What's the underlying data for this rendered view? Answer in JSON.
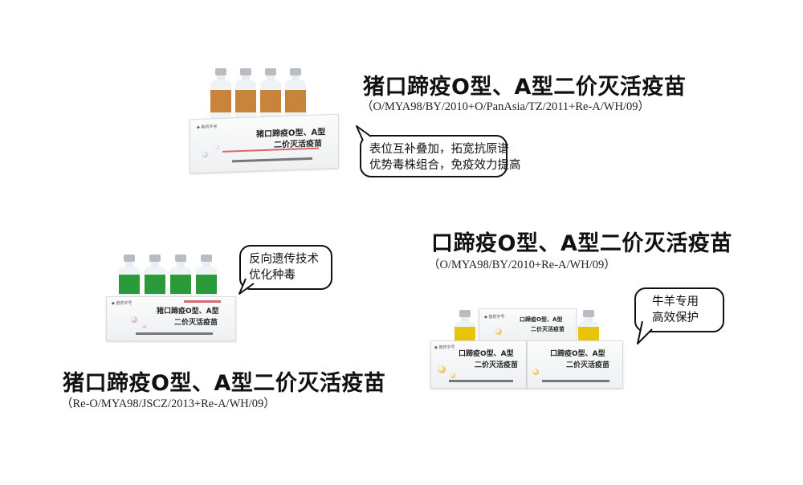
{
  "product1": {
    "title": "猪口蹄疫O型、A型二价灭活疫苗",
    "strains": "（O/MYA98/BY/2010+O/PanAsia/TZ/2011+Re-A/WH/09）",
    "bubble_lines": [
      "表位互补叠加，拓宽抗原谱",
      "优势毒株组合，免疫效力提高"
    ],
    "box_name_line1": "猪口蹄疫O型、A型",
    "box_name_line2": "二价灭活疫苗",
    "label_color": "#c9843c"
  },
  "product2": {
    "title": "猪口蹄疫O型、A型二价灭活疫苗",
    "strains": "（Re-O/MYA98/JSCZ/2013+Re-A/WH/09）",
    "bubble_lines": [
      "反向遗传技术",
      "优化种毒"
    ],
    "box_name_line1": "猪口蹄疫O型、A型",
    "box_name_line2": "二价灭活疫苗",
    "label_color": "#2a9a3a"
  },
  "product3": {
    "title": "口蹄疫O型、A型二价灭活疫苗",
    "strains": "（O/MYA98/BY/2010+Re-A/WH/09）",
    "bubble_lines": [
      "牛羊专用",
      "高效保护"
    ],
    "box_name_line1": "口蹄疫O型、A型",
    "box_name_line2": "二价灭活疫苗",
    "label_color": "#e8c40a"
  }
}
